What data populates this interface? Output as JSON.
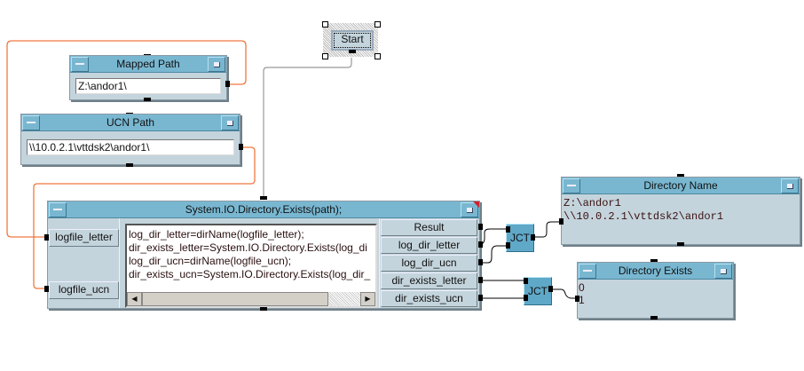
{
  "start_button": {
    "label": "Start"
  },
  "mapped_path": {
    "title": "Mapped Path",
    "value": "Z:\\andor1\\"
  },
  "ucn_path": {
    "title": "UCN Path",
    "value": "\\\\10.0.2.1\\vttdsk2\\andor1\\"
  },
  "formula": {
    "title": "System.IO.Directory.Exists(path);",
    "inputs": [
      "logfile_letter",
      "logfile_ucn"
    ],
    "code": [
      "log_dir_letter=dirName(logfile_letter);",
      "dir_exists_letter=System.IO.Directory.Exists(log_di",
      "log_dir_ucn=dirName(logfile_ucn);",
      "dir_exists_ucn=System.IO.Directory.Exists(log_dir_"
    ],
    "outputs": [
      "Result",
      "log_dir_letter",
      "log_dir_ucn",
      "dir_exists_letter",
      "dir_exists_ucn"
    ]
  },
  "jct1": {
    "label": "JCT"
  },
  "jct2": {
    "label": "JCT"
  },
  "directory_name": {
    "title": "Directory Name",
    "lines": [
      "Z:\\andor1",
      "\\\\10.0.2.1\\vttdsk2\\andor1"
    ]
  },
  "directory_exists": {
    "title": "Directory Exists",
    "lines": [
      "0",
      "1"
    ]
  },
  "colors": {
    "title_bar": "#79b7d1",
    "body": "#c4d4dc",
    "data_wire": "#f07840",
    "control_wire": "#999999"
  }
}
